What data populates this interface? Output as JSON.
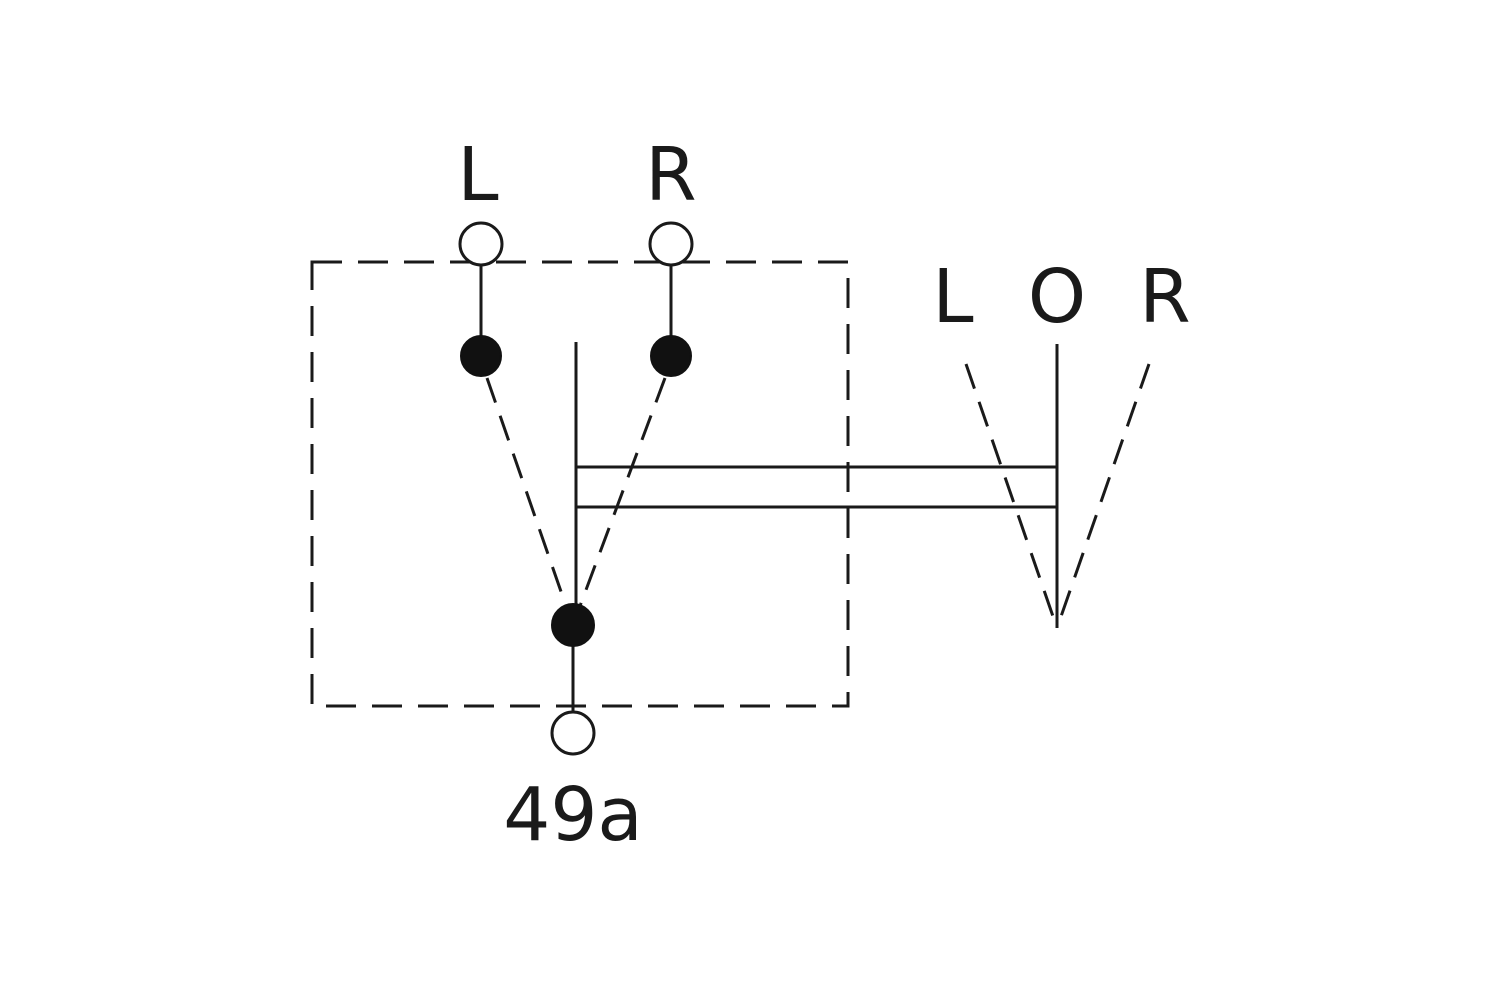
{
  "terminals": {
    "left_input": "L",
    "right_input": "R",
    "output": "49a"
  },
  "switch_positions": {
    "left": "L",
    "off": "O",
    "right": "R"
  },
  "colors": {
    "line": "#1a1a1a",
    "background": "#ffffff"
  }
}
